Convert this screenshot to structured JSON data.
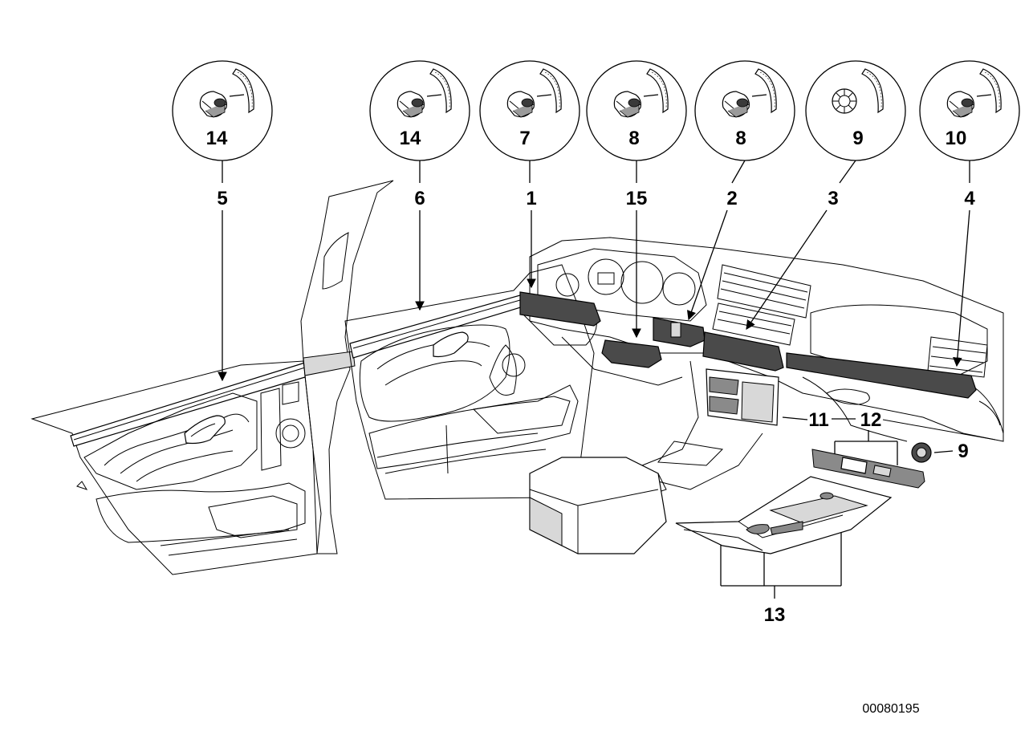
{
  "diagram": {
    "reference_number": "00080195",
    "callouts": [
      {
        "id": "c14a",
        "number": "14"
      },
      {
        "id": "c14b",
        "number": "14"
      },
      {
        "id": "c7",
        "number": "7"
      },
      {
        "id": "c8a",
        "number": "8"
      },
      {
        "id": "c8b",
        "number": "8"
      },
      {
        "id": "c9",
        "number": "9"
      },
      {
        "id": "c10",
        "number": "10"
      }
    ],
    "labels": [
      {
        "id": "l5",
        "number": "5"
      },
      {
        "id": "l6",
        "number": "6"
      },
      {
        "id": "l1",
        "number": "1"
      },
      {
        "id": "l15",
        "number": "15"
      },
      {
        "id": "l2",
        "number": "2"
      },
      {
        "id": "l3",
        "number": "3"
      },
      {
        "id": "l4",
        "number": "4"
      },
      {
        "id": "l11",
        "number": "11"
      },
      {
        "id": "l12",
        "number": "12"
      },
      {
        "id": "l9",
        "number": "9"
      },
      {
        "id": "l13",
        "number": "13"
      }
    ]
  }
}
